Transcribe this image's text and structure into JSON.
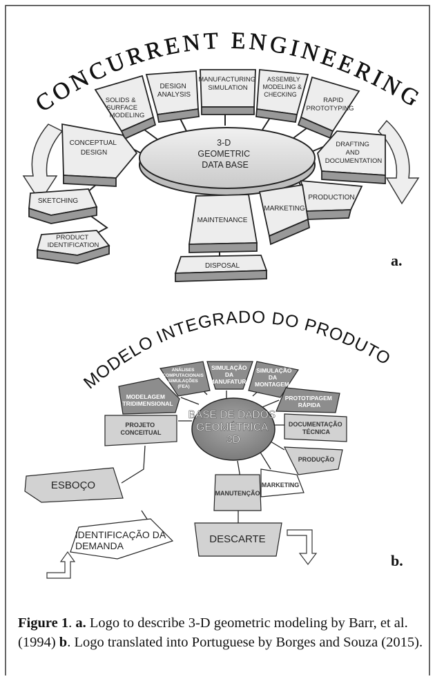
{
  "figure_a": {
    "arc_title": "CONCURRENT ENGINEERING",
    "hub": [
      "3-D",
      "GEOMETRIC",
      "DATA BASE"
    ],
    "segments": {
      "manufacturing_simulation": [
        "MANUFACTURING",
        "SIMULATION"
      ],
      "design_analysis": [
        "DESIGN",
        "ANALYSIS"
      ],
      "solids_surface_modeling": [
        "SOLIDS &",
        "SURFACE",
        "MODELING"
      ],
      "conceptual_design": [
        "CONCEPTUAL",
        "DESIGN"
      ],
      "assembly_modeling": [
        "ASSEMBLY",
        "MODELING &",
        "CHECKING"
      ],
      "rapid_prototyping": [
        "RAPID",
        "PROTOTYPING"
      ],
      "drafting_documentation": [
        "DRAFTING",
        "AND",
        "DOCUMENTATION"
      ],
      "production": [
        "PRODUCTION"
      ],
      "marketing": [
        "MARKETING"
      ],
      "maintenance": [
        "MAINTENANCE"
      ],
      "disposal": [
        "DISPOSAL"
      ],
      "sketching": [
        "SKETCHING"
      ],
      "product_identification": [
        "PRODUCT",
        "IDENTIFICATION"
      ]
    },
    "panel_label": "a."
  },
  "figure_b": {
    "arc_title": "MODELO INTEGRADO DO PRODUTO",
    "hub": [
      "BASE DE DADOS",
      "GEOMÉTRICA",
      "3D"
    ],
    "segments": {
      "simulacao_manufatura": [
        "SIMULAÇÃO",
        "DA",
        "MANUFATURA"
      ],
      "analises": [
        "ANÁLISES",
        "COMPUTACIONAIS",
        "SIMULAÇÕES",
        "(FEA)"
      ],
      "modelagem": [
        "MODELAGEM",
        "TRIDIMENSIONAL"
      ],
      "projeto_conceitual": [
        "PROJETO",
        "CONCEITUAL"
      ],
      "simulacao_montagem": [
        "SIMULAÇÃO",
        "DA",
        "MONTAGEM"
      ],
      "prototipagem": [
        "PROTOTIPAGEM",
        "RÁPIDA"
      ],
      "documentacao": [
        "DOCUMENTAÇÃO",
        "TÉCNICA"
      ],
      "producao": [
        "PRODUÇÃO"
      ],
      "marketing": [
        "MARKETING"
      ],
      "manutencao": [
        "MANUTENÇÃO"
      ],
      "descarte": [
        "DESCARTE"
      ],
      "esboco": [
        "ESBOÇO"
      ],
      "identificacao": [
        "IDENTIFICAÇÃO DA",
        "DEMANDA"
      ]
    },
    "panel_label": "b."
  },
  "caption": {
    "figure_label": "Figure 1",
    "sep1": ". ",
    "a_label": "a.",
    "a_text": " Logo to describe 3-D geometric modeling by Barr, et al. (1994) ",
    "b_label": "b",
    "b_text": ". Logo translated into Portuguese by Borges and Souza (2015)."
  }
}
